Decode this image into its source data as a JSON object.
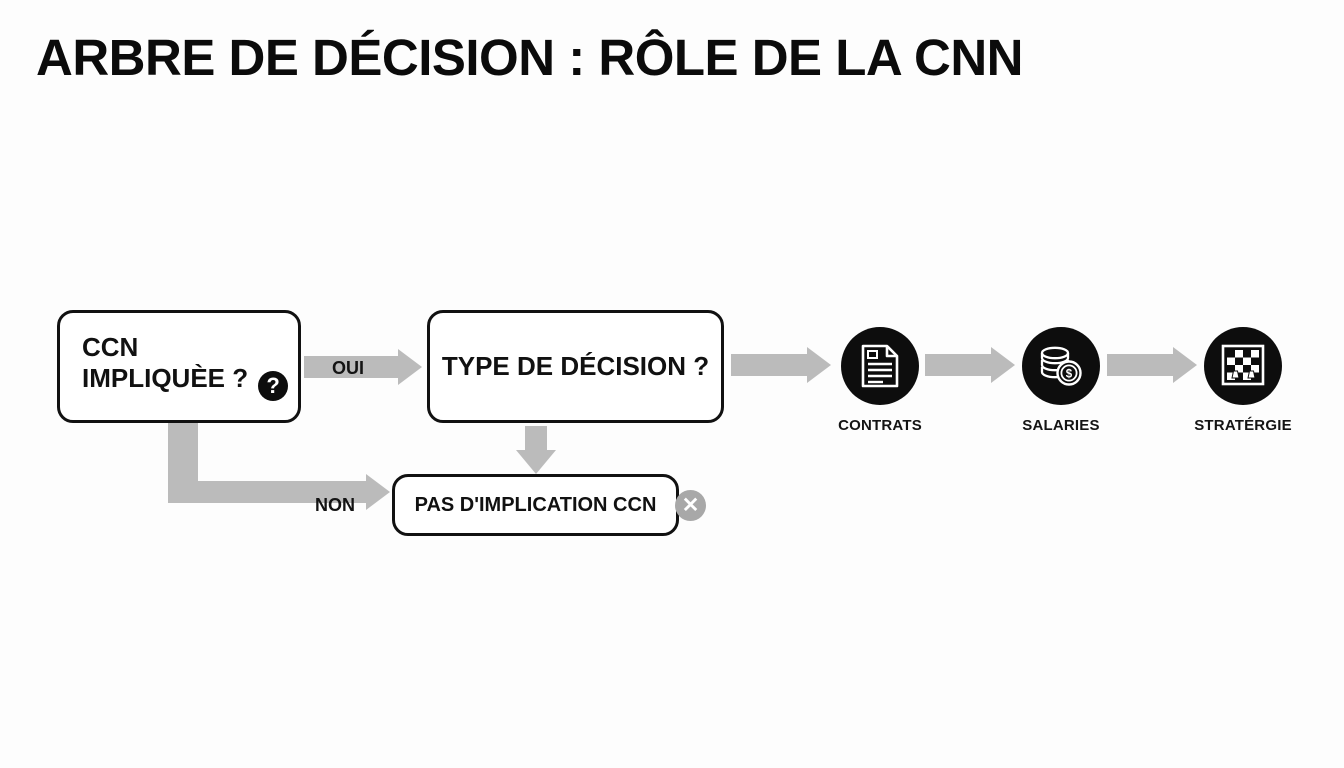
{
  "slide": {
    "title": "ARBRE DE DÉCISION : RÔLE DE LA CNN",
    "background_color": "#fdfdfd",
    "accent_color": "#bbbbbb",
    "node_color": "#0d0d0d"
  },
  "nodes": {
    "decision_ccn": {
      "label": "CCN\nIMPLIQUÈE ?",
      "icon": "question-circle-icon"
    },
    "decision_type": {
      "label": "TYPE DE DÉCISION ?"
    },
    "no_implication": {
      "label": "PAS D'IMPLICATION CCN",
      "icon": "x-circle-icon"
    }
  },
  "connectors": {
    "yes_label": "OUI",
    "no_label": "NON"
  },
  "outcomes": [
    {
      "icon": "document-icon",
      "label": "CONTRATS"
    },
    {
      "icon": "coins-icon",
      "label": "SALARIES"
    },
    {
      "icon": "chessboard-icon",
      "label": "STRATÉRGIE"
    }
  ],
  "icon_glyphs": {
    "question_mark": "?",
    "cross": "✕"
  }
}
